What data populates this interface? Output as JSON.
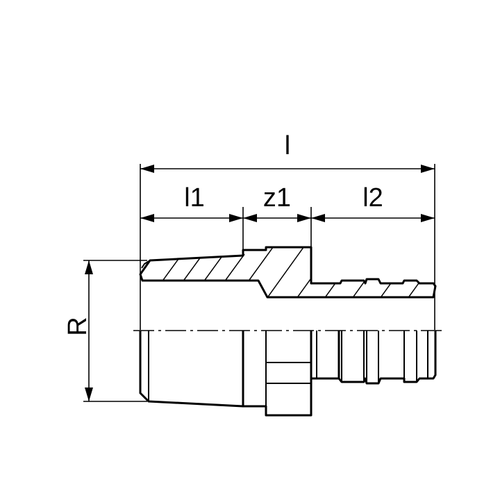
{
  "dimensions": {
    "total_length": "l",
    "length_1": "l1",
    "length_z1": "z1",
    "length_2": "l2",
    "thread": "R"
  }
}
